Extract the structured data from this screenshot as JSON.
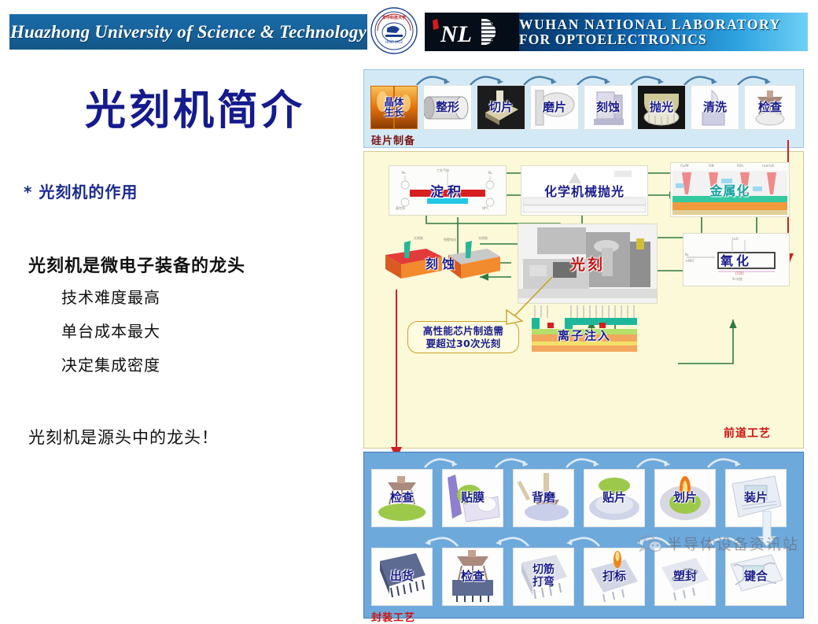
{
  "header": {
    "university_banner": "Huazhong University of Science & Technology",
    "lab_line1": "WUHAN NATIONAL LABORATORY",
    "lab_line2": "FOR OPTOELECTRONICS",
    "lab_logo_text": "NL",
    "seal_icon": "hust-seal-icon",
    "colors": {
      "hust_blue": "#17639c",
      "wnlo_dark": "#03111f",
      "wnlo_light": "#6fd0f5"
    }
  },
  "slide": {
    "title": "光刻机简介",
    "bullet": "* 光刻机的作用",
    "lead": "光刻机是微电子装备的龙头",
    "sub_points": [
      "技术难度最高",
      "单台成本最大",
      "决定集成密度"
    ],
    "closing": "光刻机是源头中的龙头！",
    "title_color": "#151b8d"
  },
  "diagram": {
    "wafer_prep": {
      "section_label": "硅片制备",
      "steps": [
        "晶体\n生长",
        "整形",
        "切片",
        "磨片",
        "刻蚀",
        "抛光",
        "清洗",
        "检查"
      ]
    },
    "front_end": {
      "section_label": "前道工艺",
      "boxes": [
        {
          "label": "淀积",
          "micro": [
            "N₂",
            "工艺气体",
            "N₂",
            "排气",
            "真空泵"
          ]
        },
        {
          "label": "化学机械抛光",
          "micro": []
        },
        {
          "label": "金属化",
          "micro": [
            "Cu/W",
            "SiN",
            "SiO₂",
            "Low-k/k"
          ]
        },
        {
          "label": "刻蚀",
          "micro": [
            "光刻胶",
            "侧壁钝化",
            "刻蚀"
          ]
        },
        {
          "label": "光刻",
          "micro": []
        },
        {
          "label": "氧化",
          "micro": [
            "H₂O",
            "N₂ + MFC",
            "(100)",
            "Si-衬底"
          ]
        },
        {
          "label": "离子注入",
          "micro": []
        }
      ],
      "callout": "高性能芯片制造需\n要超过30次光刻"
    },
    "packaging": {
      "section_label": "封装工艺",
      "row1": [
        "检查",
        "贴膜",
        "背磨",
        "贴片",
        "划片",
        "装片"
      ],
      "row2": [
        "出货",
        "检查",
        "切筋\n打弯",
        "打标",
        "塑封",
        "键合"
      ]
    },
    "colors": {
      "wafer_panel": "#d3e9f6",
      "front_panel": "#fbf9d8",
      "pack_panel": "#6ea9dc",
      "section_label": "#cc1111",
      "flow_arrow": "#2f7a3f",
      "return_arrow": "#d02020",
      "label_blue": "#1b1d8c"
    }
  },
  "watermark": {
    "text": "半导体设备资讯站",
    "icon": "wechat-icon"
  }
}
